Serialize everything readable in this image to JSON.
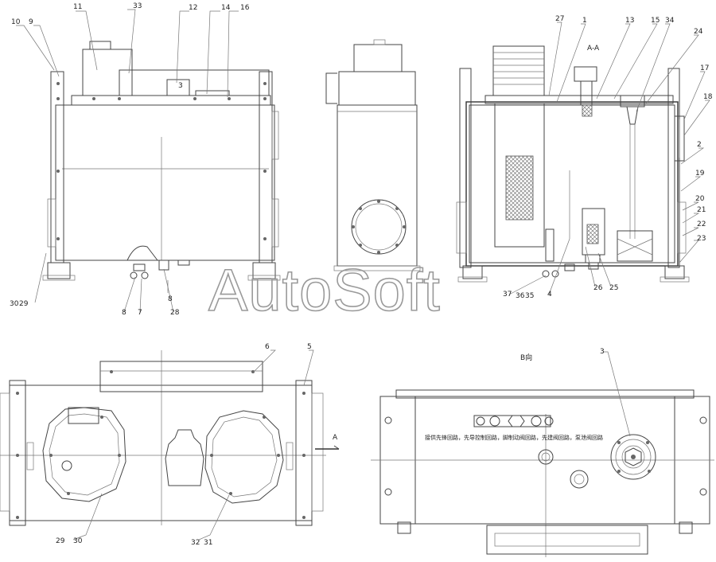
{
  "section_titles": {
    "aa": "A-A",
    "b_view": "B向",
    "a_mark": "A"
  },
  "callouts_top_left": [
    "10",
    "9",
    "11",
    "33",
    "12",
    "14",
    "16",
    "3",
    "30",
    "29",
    "8",
    "7",
    "28",
    "8"
  ],
  "callouts_top_right": [
    "27",
    "1",
    "13",
    "15",
    "34",
    "24",
    "17",
    "18",
    "2",
    "19",
    "20",
    "21",
    "22",
    "23",
    "37",
    "36",
    "35",
    "4",
    "26",
    "25"
  ],
  "callouts_bottom_left": [
    "6",
    "5",
    "29",
    "30",
    "32",
    "31"
  ],
  "callouts_bottom_right": [
    "3"
  ],
  "valve_legend": "接供先锋回路，先导控制回路，脚制动阀回路，先建阀回路，泵泄阀回路",
  "watermark": "AutoSoft",
  "colors": {
    "line": "#444444",
    "background": "#ffffff",
    "watermark": "#9a9a9a"
  }
}
